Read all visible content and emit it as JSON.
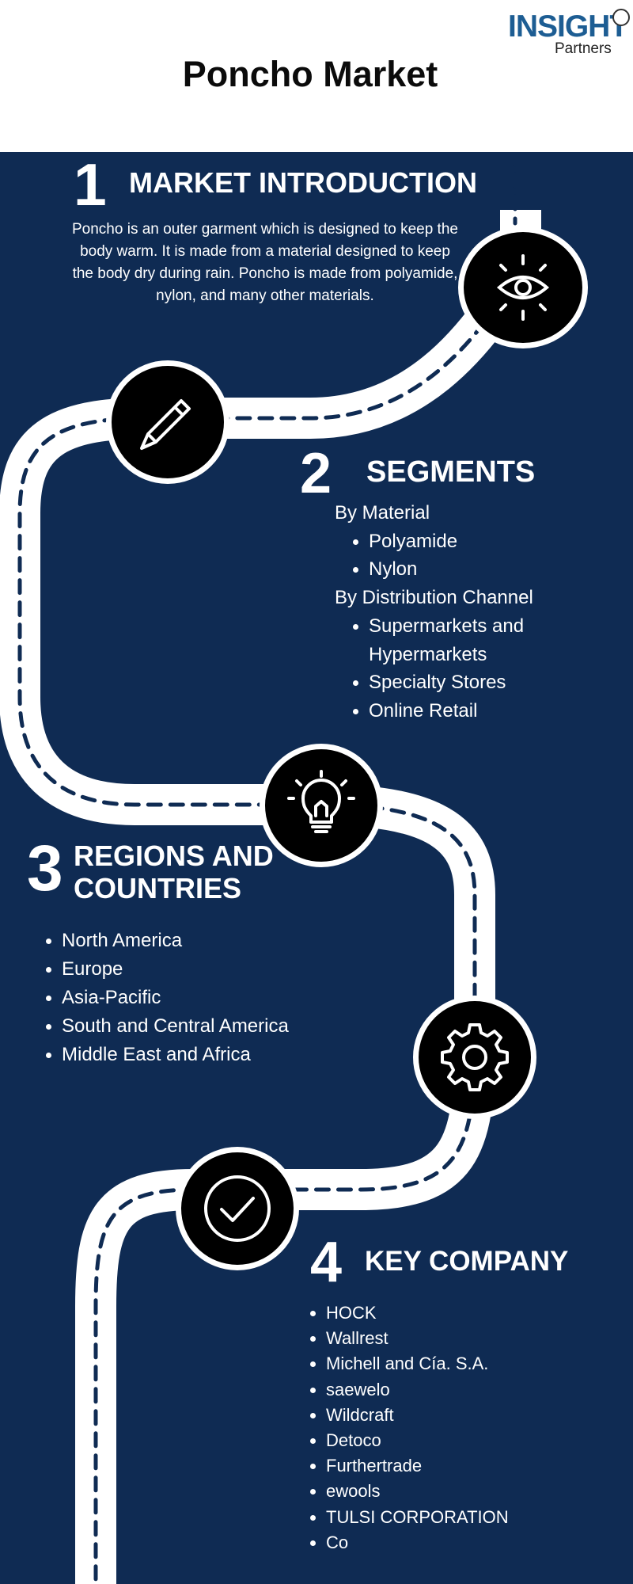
{
  "header": {
    "title": "Poncho Market",
    "logo": {
      "word_main": "INSIGHT",
      "word_sub": "Partners"
    }
  },
  "colors": {
    "background": "#0f2b53",
    "road": "#ffffff",
    "node": "#000000",
    "logo_blue": "#1d5d93"
  },
  "sections": {
    "intro": {
      "number": "1",
      "title": "MARKET INTRODUCTION",
      "text": "Poncho is an outer garment which is designed to keep the body warm. It is made from a material designed to keep the body dry during rain. Poncho is made from polyamide, nylon, and many other materials.",
      "icon": "eye-icon"
    },
    "segments": {
      "number": "2",
      "title": "SEGMENTS",
      "icon": "pencil-icon",
      "groups": [
        {
          "label": "By Material",
          "items": [
            "Polyamide",
            "Nylon"
          ]
        },
        {
          "label": "By Distribution Channel",
          "items": [
            "Supermarkets and Hypermarkets",
            "Specialty Stores",
            "Online Retail"
          ]
        }
      ]
    },
    "regions": {
      "number": "3",
      "title_line1": "REGIONS AND",
      "title_line2": "COUNTRIES",
      "icon": "lightbulb-icon",
      "items": [
        "North America",
        "Europe",
        "Asia-Pacific",
        "South and Central America",
        "Middle East and Africa"
      ]
    },
    "process": {
      "icon": "gear-icon"
    },
    "companies": {
      "number": "4",
      "title": "KEY COMPANY",
      "icon": "checkmark-icon",
      "items": [
        "HOCK",
        "Wallrest",
        "Michell and Cía. S.A.",
        "saewelo",
        "Wildcraft",
        "Detoco",
        "Furthertrade",
        "ewools",
        "TULSI CORPORATION",
        "Co"
      ]
    }
  }
}
